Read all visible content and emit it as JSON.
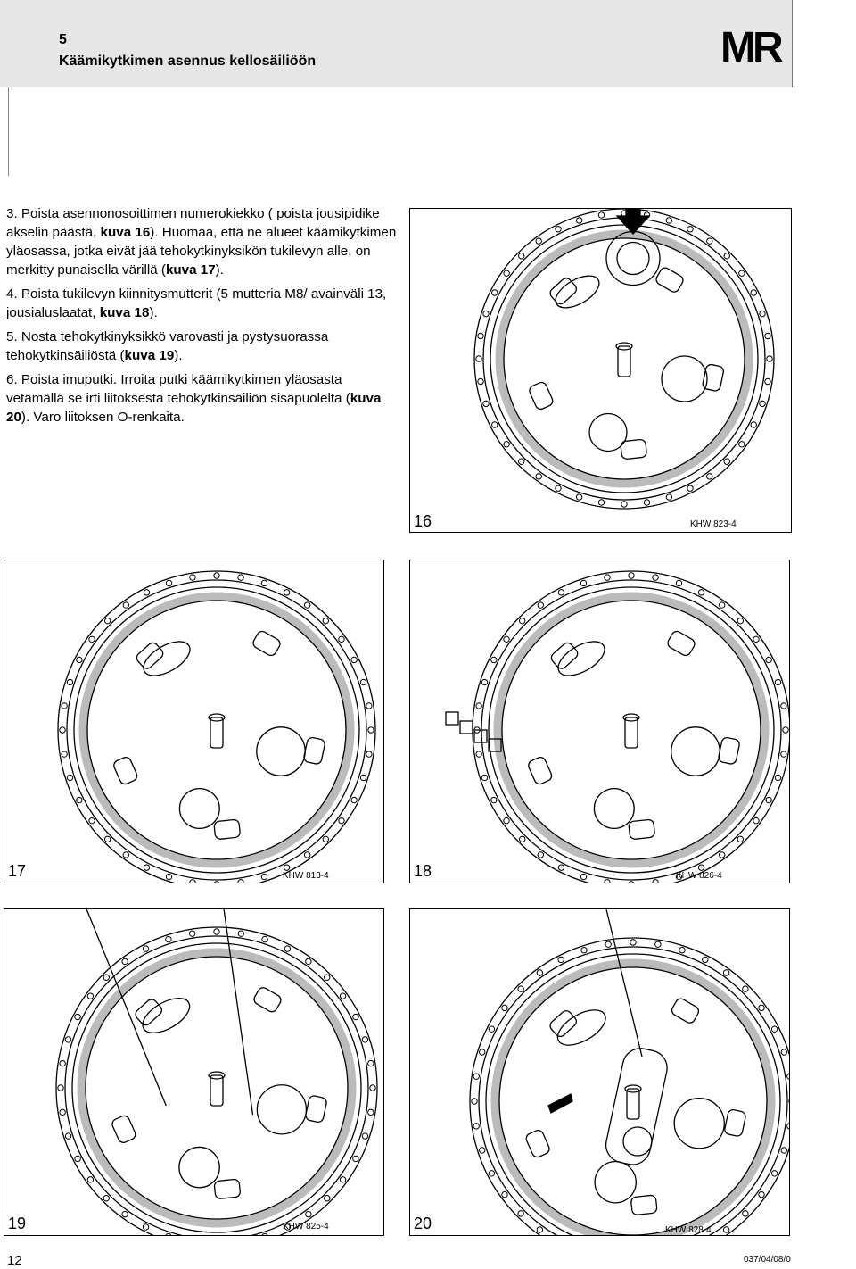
{
  "header": {
    "section_number": "5",
    "section_title": "Käämikytkimen asennus kellosäiliöön",
    "logo": "MR"
  },
  "steps": [
    {
      "number": "3.",
      "parts": [
        {
          "text": "Poista asennonosoittimen numerokiekko ( poista jousipidike akselin päästä, ",
          "bold": false
        },
        {
          "text": "kuva 16",
          "bold": true
        },
        {
          "text": "). Huomaa, että ne alueet käämikytkimen yläosassa, jotka eivät jää tehokytkinyksikön tukilevyn alle, on merkitty punaisella värillä (",
          "bold": false
        },
        {
          "text": "kuva 17",
          "bold": true
        },
        {
          "text": ").",
          "bold": false
        }
      ]
    },
    {
      "number": "4.",
      "parts": [
        {
          "text": "Poista tukilevyn kiinnitysmutterit (5 mutteria M8/ avainväli 13, jousialuslaatat, ",
          "bold": false
        },
        {
          "text": "kuva 18",
          "bold": true
        },
        {
          "text": ").",
          "bold": false
        }
      ]
    },
    {
      "number": "5.",
      "parts": [
        {
          "text": "Nosta tehokytkinyksikkö varovasti ja pystysuorassa tehokytkinsäiliöstä (",
          "bold": false
        },
        {
          "text": "kuva 19",
          "bold": true
        },
        {
          "text": ").",
          "bold": false
        }
      ]
    },
    {
      "number": "6.",
      "parts": [
        {
          "text": "Poista imuputki. Irroita putki käämikytkimen yläosasta vetämällä se irti liitoksesta tehokytkinsäiliön sisäpuolelta (",
          "bold": false
        },
        {
          "text": "kuva 20",
          "bold": true
        },
        {
          "text": "). Varo liitoksen  O-renkaita.",
          "bold": false
        }
      ]
    }
  ],
  "figures": [
    {
      "id": "fig16",
      "number": "16",
      "code": "KHW 823-4"
    },
    {
      "id": "fig17",
      "number": "17",
      "code": "KHW 813-4"
    },
    {
      "id": "fig18",
      "number": "18",
      "code": "KHW 826-4"
    },
    {
      "id": "fig19",
      "number": "19",
      "code": "KHW 825-4"
    },
    {
      "id": "fig20",
      "number": "20",
      "code": "KHW 828-4"
    }
  ],
  "footer": {
    "page_number": "12",
    "doc_code": "037/04/08/0"
  }
}
